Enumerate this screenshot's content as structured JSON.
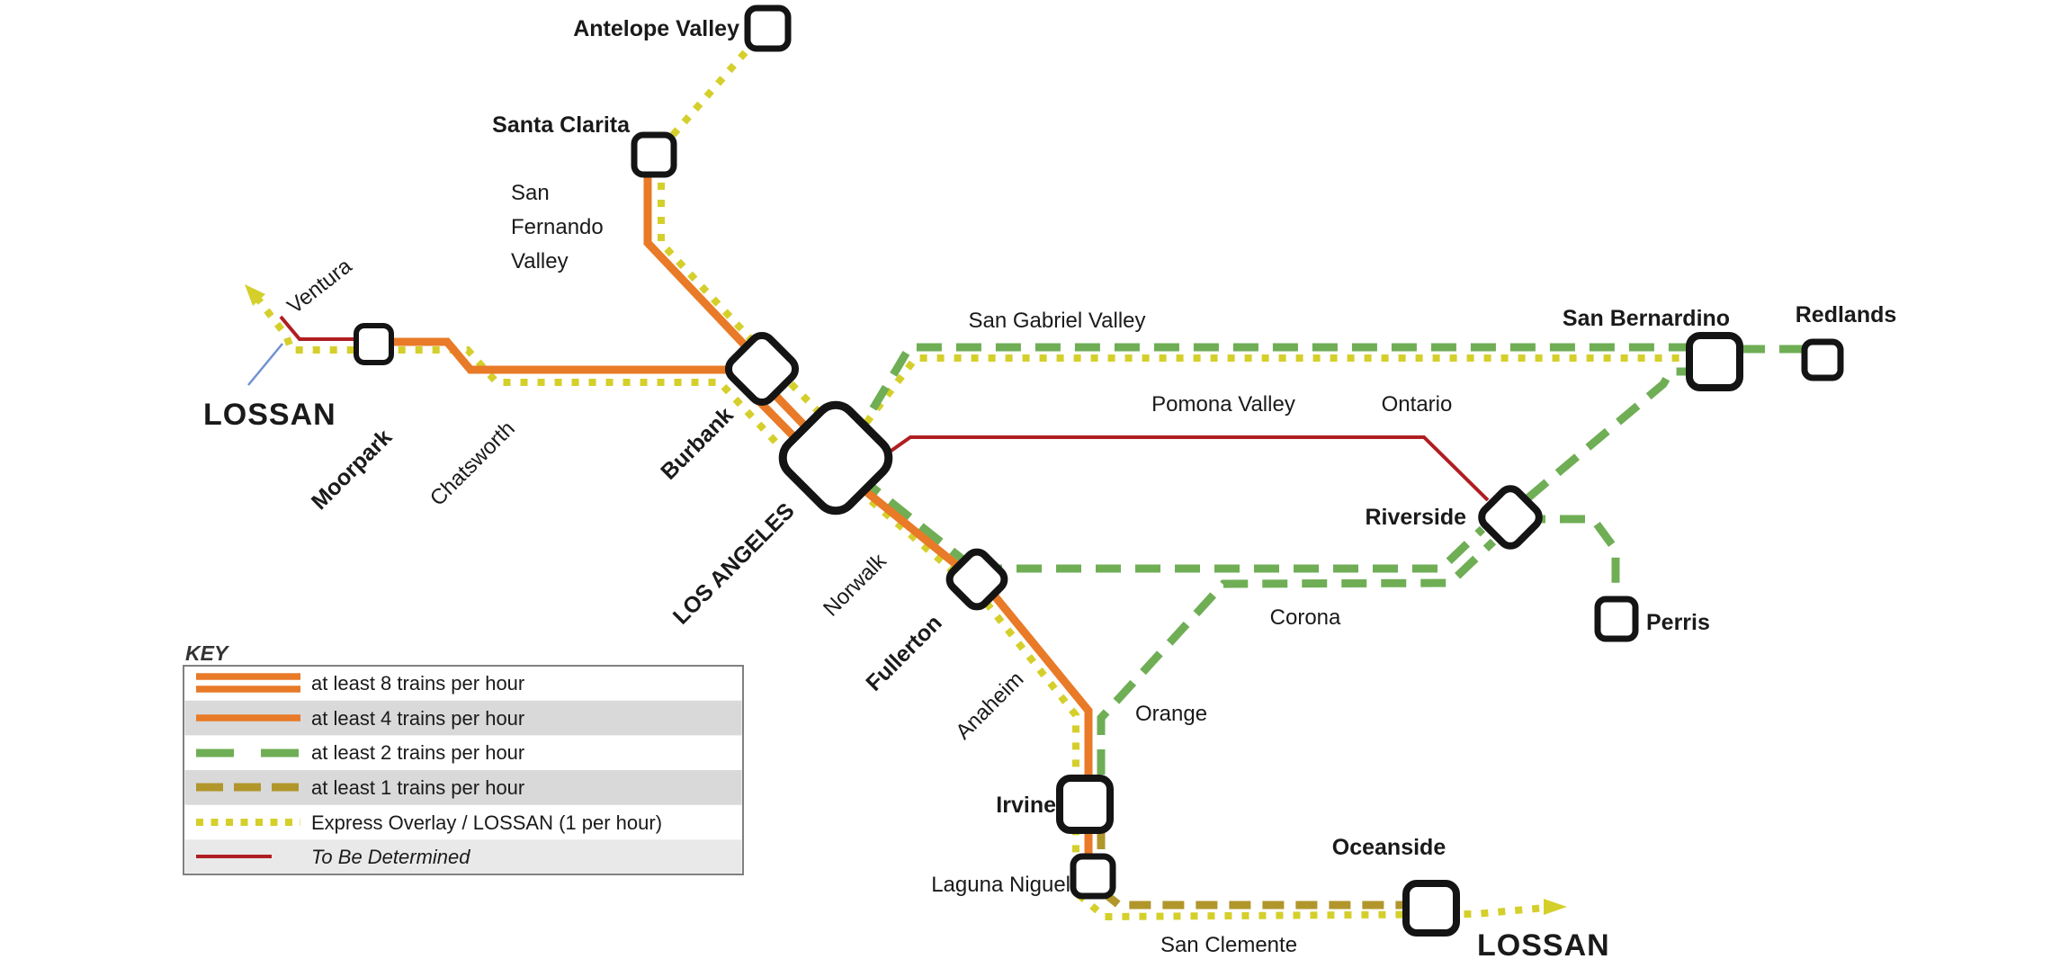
{
  "stations": {
    "antelope_valley": "Antelope Valley",
    "santa_clarita": "Santa Clarita",
    "moorpark": "Moorpark",
    "burbank": "Burbank",
    "los_angeles": "LOS ANGELES",
    "san_bernardino": "San Bernardino",
    "redlands": "Redlands",
    "riverside": "Riverside",
    "perris": "Perris",
    "fullerton": "Fullerton",
    "irvine": "Irvine",
    "laguna_niguel": "Laguna Niguel",
    "oceanside": "Oceanside"
  },
  "waypoints": {
    "ventura": "Ventura",
    "chatsworth": "Chatsworth",
    "san_gabriel_valley": "San Gabriel Valley",
    "pomona_valley": "Pomona Valley",
    "ontario": "Ontario",
    "norwalk": "Norwalk",
    "anaheim": "Anaheim",
    "orange": "Orange",
    "corona": "Corona",
    "san_clemente": "San Clemente"
  },
  "regions": {
    "san_fernando": [
      "San",
      "Fernando",
      "Valley"
    ]
  },
  "lossan": {
    "west": "LOSSAN",
    "east": "LOSSAN"
  },
  "legend": {
    "title": "KEY",
    "rows": [
      {
        "label": "at least 8 trains per hour",
        "style": "orange-double"
      },
      {
        "label": "at least 4 trains per hour",
        "style": "orange-single"
      },
      {
        "label": "at least 2 trains per hour",
        "style": "green-dashed"
      },
      {
        "label": "at least 1 trains per hour",
        "style": "olive-dashed"
      },
      {
        "label": "Express Overlay / LOSSAN (1 per hour)",
        "style": "yellow-dotted"
      },
      {
        "label": "To Be Determined",
        "style": "red-thin"
      }
    ]
  },
  "colors": {
    "orange_4tph": "#E87A28",
    "green_2tph": "#6FAE55",
    "express_yellow": "#D5CF2B",
    "olive_1tph": "#B1962B",
    "tbd_red": "#AF1E23",
    "leader_blue": "#7191D1",
    "station_outline": "#141414",
    "legend_row_alt": "#D9D9D9"
  }
}
